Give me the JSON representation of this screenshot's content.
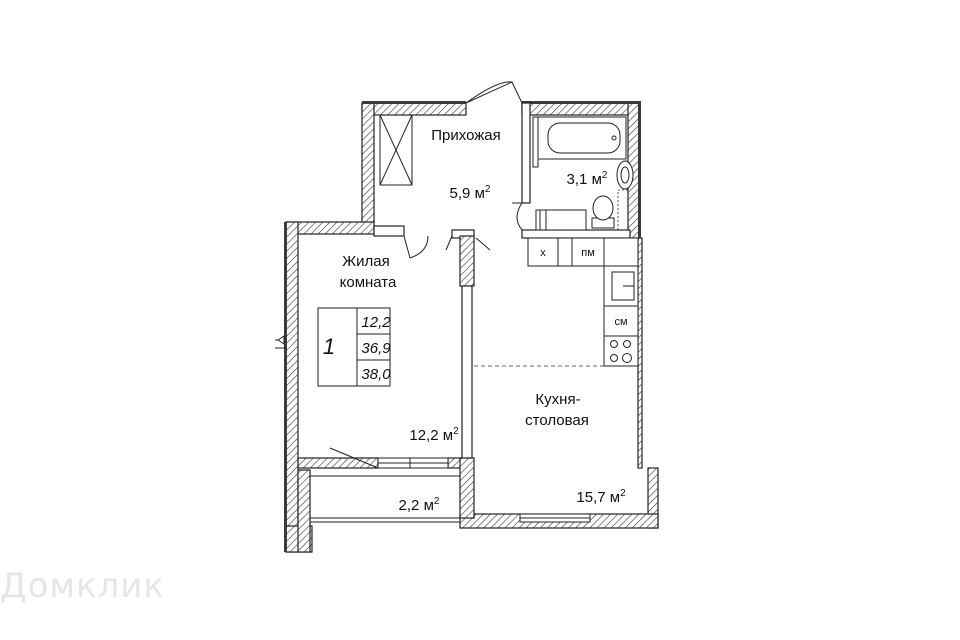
{
  "rooms": {
    "hallway": {
      "name": "Прихожая",
      "area": "5,9 м",
      "unit_sup": "2"
    },
    "bathroom": {
      "area": "3,1 м",
      "unit_sup": "2"
    },
    "living": {
      "name_line1": "Жилая",
      "name_line2": "комната",
      "area": "12,2 м",
      "unit_sup": "2"
    },
    "kitchen": {
      "name_line1": "Кухня-",
      "name_line2": "столовая",
      "area": "15,7 м",
      "unit_sup": "2"
    },
    "balcony": {
      "area": "2,2 м",
      "unit_sup": "2"
    }
  },
  "summary": {
    "room_count": "1",
    "living_area": "12,2",
    "total_area": "36,9",
    "total_with_balcony": "38,0"
  },
  "appliances": {
    "fridge": "х",
    "dishwasher": "пм",
    "washer": "см"
  },
  "watermark": "Домклик",
  "colors": {
    "wall": "#3a3a3a",
    "hatch": "#555555",
    "line": "#222222",
    "watermark": "#e6e6e6"
  }
}
